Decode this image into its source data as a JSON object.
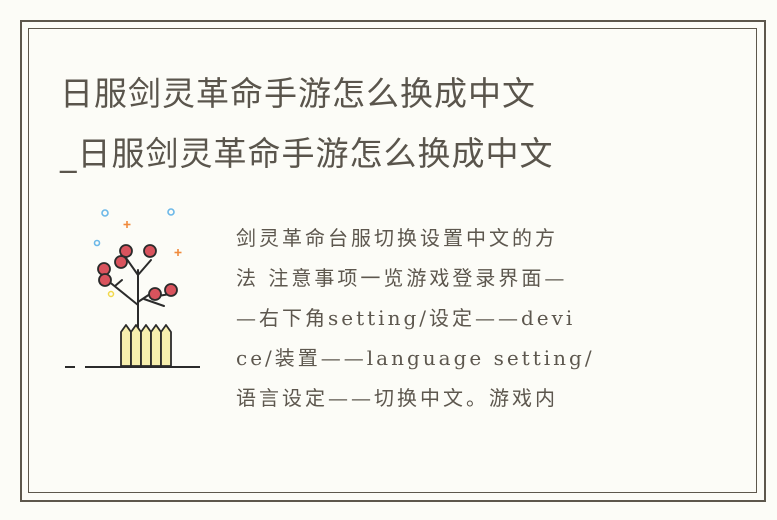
{
  "article": {
    "title_lines": [
      "日服剑灵革命手游怎么换成中文",
      "_日服剑灵革命手游怎么换成中文"
    ],
    "summary_lines": [
      "剑灵革命台服切换设置中文的方",
      "法 注意事项一览游戏登录界面—",
      "—右下角setting/设定——devi",
      "ce/装置——language setting/",
      "语言设定——切换中文。游戏内"
    ],
    "illustration": {
      "icon": "berry-tree-fence-icon",
      "colors": {
        "stroke": "#2b2b2b",
        "berry": "#d9535d",
        "fence": "#f7efae",
        "snowflake_blue": "#6cb8e8",
        "sparkle_orange": "#f08a3c",
        "sparkle_yellow": "#f2d84a"
      }
    }
  },
  "theme": {
    "background": "#fcfcf7",
    "frame_color": "#5d574c",
    "text_color": "#5a554c"
  }
}
